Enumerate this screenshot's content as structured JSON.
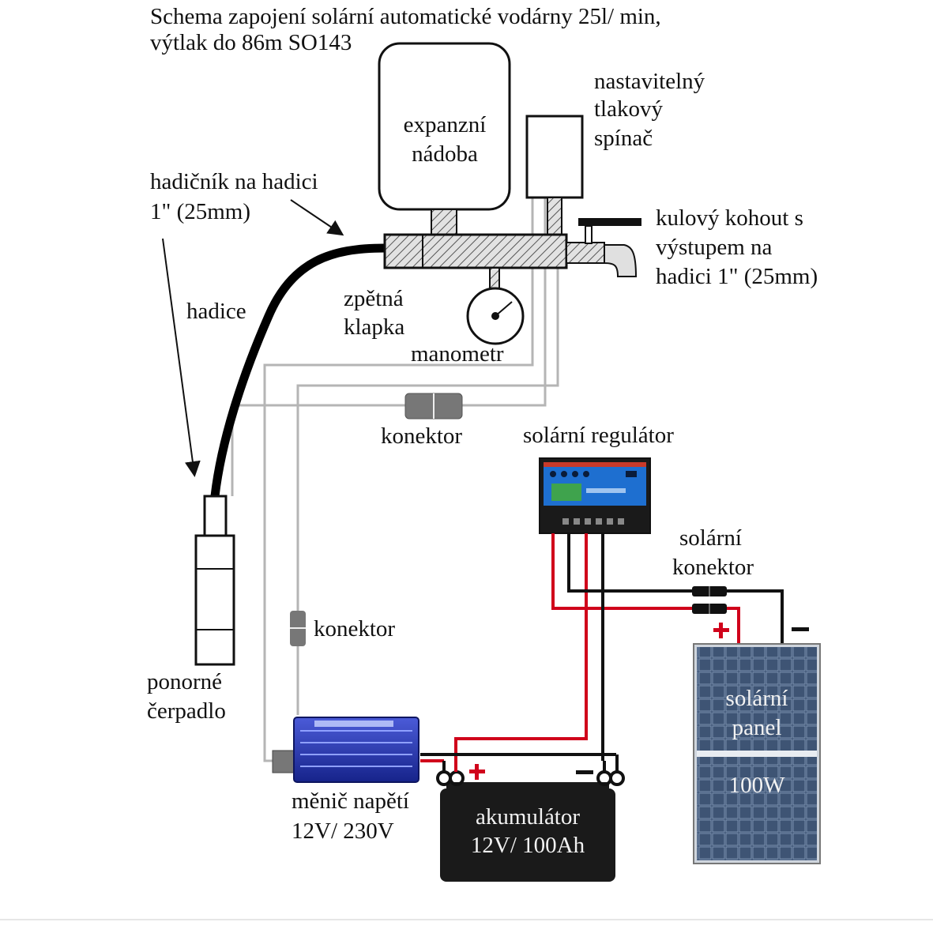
{
  "title": {
    "line1": "Schema zapojení solární automatické vodárny 25l/ min,",
    "line2": "výtlak do 86m SO143"
  },
  "labels": {
    "expansion_tank": {
      "line1": "expanzní",
      "line2": "nádoba"
    },
    "pressure_switch": {
      "line1": "nastavitelný",
      "line2": "tlakový",
      "line3": "spínač"
    },
    "hose_fitting": {
      "line1": "hadičník na hadici",
      "line2": "1\" (25mm)"
    },
    "ball_valve": {
      "line1": "kulový kohout s",
      "line2": "výstupem na",
      "line3": "hadici 1\" (25mm)"
    },
    "hose": "hadice",
    "check_valve": {
      "line1": "zpětná",
      "line2": "klapka"
    },
    "manometer": "manometr",
    "connector_top": "konektor",
    "solar_regulator": "solární regulátor",
    "solar_connector": {
      "line1": "solární",
      "line2": "konektor"
    },
    "connector_left": "konektor",
    "pump": {
      "line1": "ponorné",
      "line2": "čerpadlo"
    },
    "solar_panel": {
      "line1": "solární",
      "line2": "panel",
      "line3": "100W"
    },
    "inverter": {
      "line1": "měnič napětí",
      "line2": "12V/ 230V"
    },
    "battery": {
      "line1": "akumulátor",
      "line2": "12V/ 100Ah"
    },
    "plus_sign": "+",
    "minus_sign": "−"
  },
  "icons": {
    "tank": "expansion-tank-icon",
    "switch": "pressure-switch-icon",
    "gauge": "manometer-icon",
    "valve": "ball-valve-icon",
    "pump": "submersible-pump-icon",
    "regulator": "solar-regulator-icon",
    "panel": "solar-panel-icon",
    "inverter": "inverter-icon",
    "battery": "battery-icon"
  },
  "colors": {
    "positive_wire": "#d0021b",
    "negative_wire": "#111111",
    "ac_wire": "#b5b5b5",
    "inverter_blue": "#1f2fa3",
    "panel_blue": "#3a4f6e",
    "regulator_blue": "#1e6fd0"
  }
}
